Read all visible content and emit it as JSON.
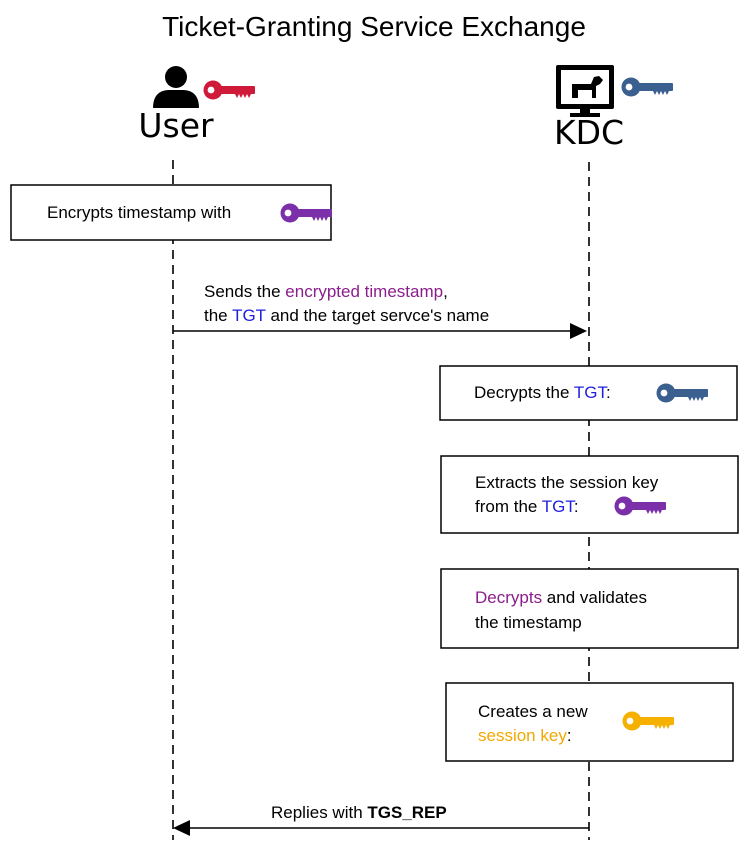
{
  "title": "Ticket-Granting Service Exchange",
  "actors": {
    "user": "User",
    "kdc": "KDC"
  },
  "colors": {
    "user_key": "#d01a3a",
    "kdc_key": "#3b5f8f",
    "session_key": "#7b2fa8",
    "new_session_key": "#f5b000",
    "tgt": "#1f1fe0",
    "encrypted": "#8a1e8c",
    "session_key_text": "#f2a800"
  },
  "steps": {
    "encrypt": {
      "text": "Encrypts timestamp with"
    },
    "send": {
      "l1a": "Sends the ",
      "l1b": "encrypted timestamp",
      "l1c": ",",
      "l2a": "the ",
      "l2b": "TGT",
      "l2c": " and the target servce's name"
    },
    "decrypt_tgt": {
      "a": "Decrypts the ",
      "b": "TGT",
      "c": ":"
    },
    "extract": {
      "l1": "Extracts the session key",
      "l2a": "from the ",
      "l2b": "TGT",
      "l2c": ":"
    },
    "validate": {
      "l1a": "Decrypts",
      "l1b": " and validates",
      "l2": "the timestamp"
    },
    "create": {
      "l1": "Creates a new",
      "l2a": "session key",
      "l2b": ":"
    },
    "reply": {
      "a": "Replies with ",
      "b": "TGS_REP"
    }
  },
  "icons": {
    "user": "user-icon",
    "kdc": "kdc-monitor-icon",
    "user_key": "user-key-icon",
    "kdc_key": "kdc-key-icon",
    "session_key": "session-key-icon",
    "new_session_key": "new-session-key-icon"
  }
}
